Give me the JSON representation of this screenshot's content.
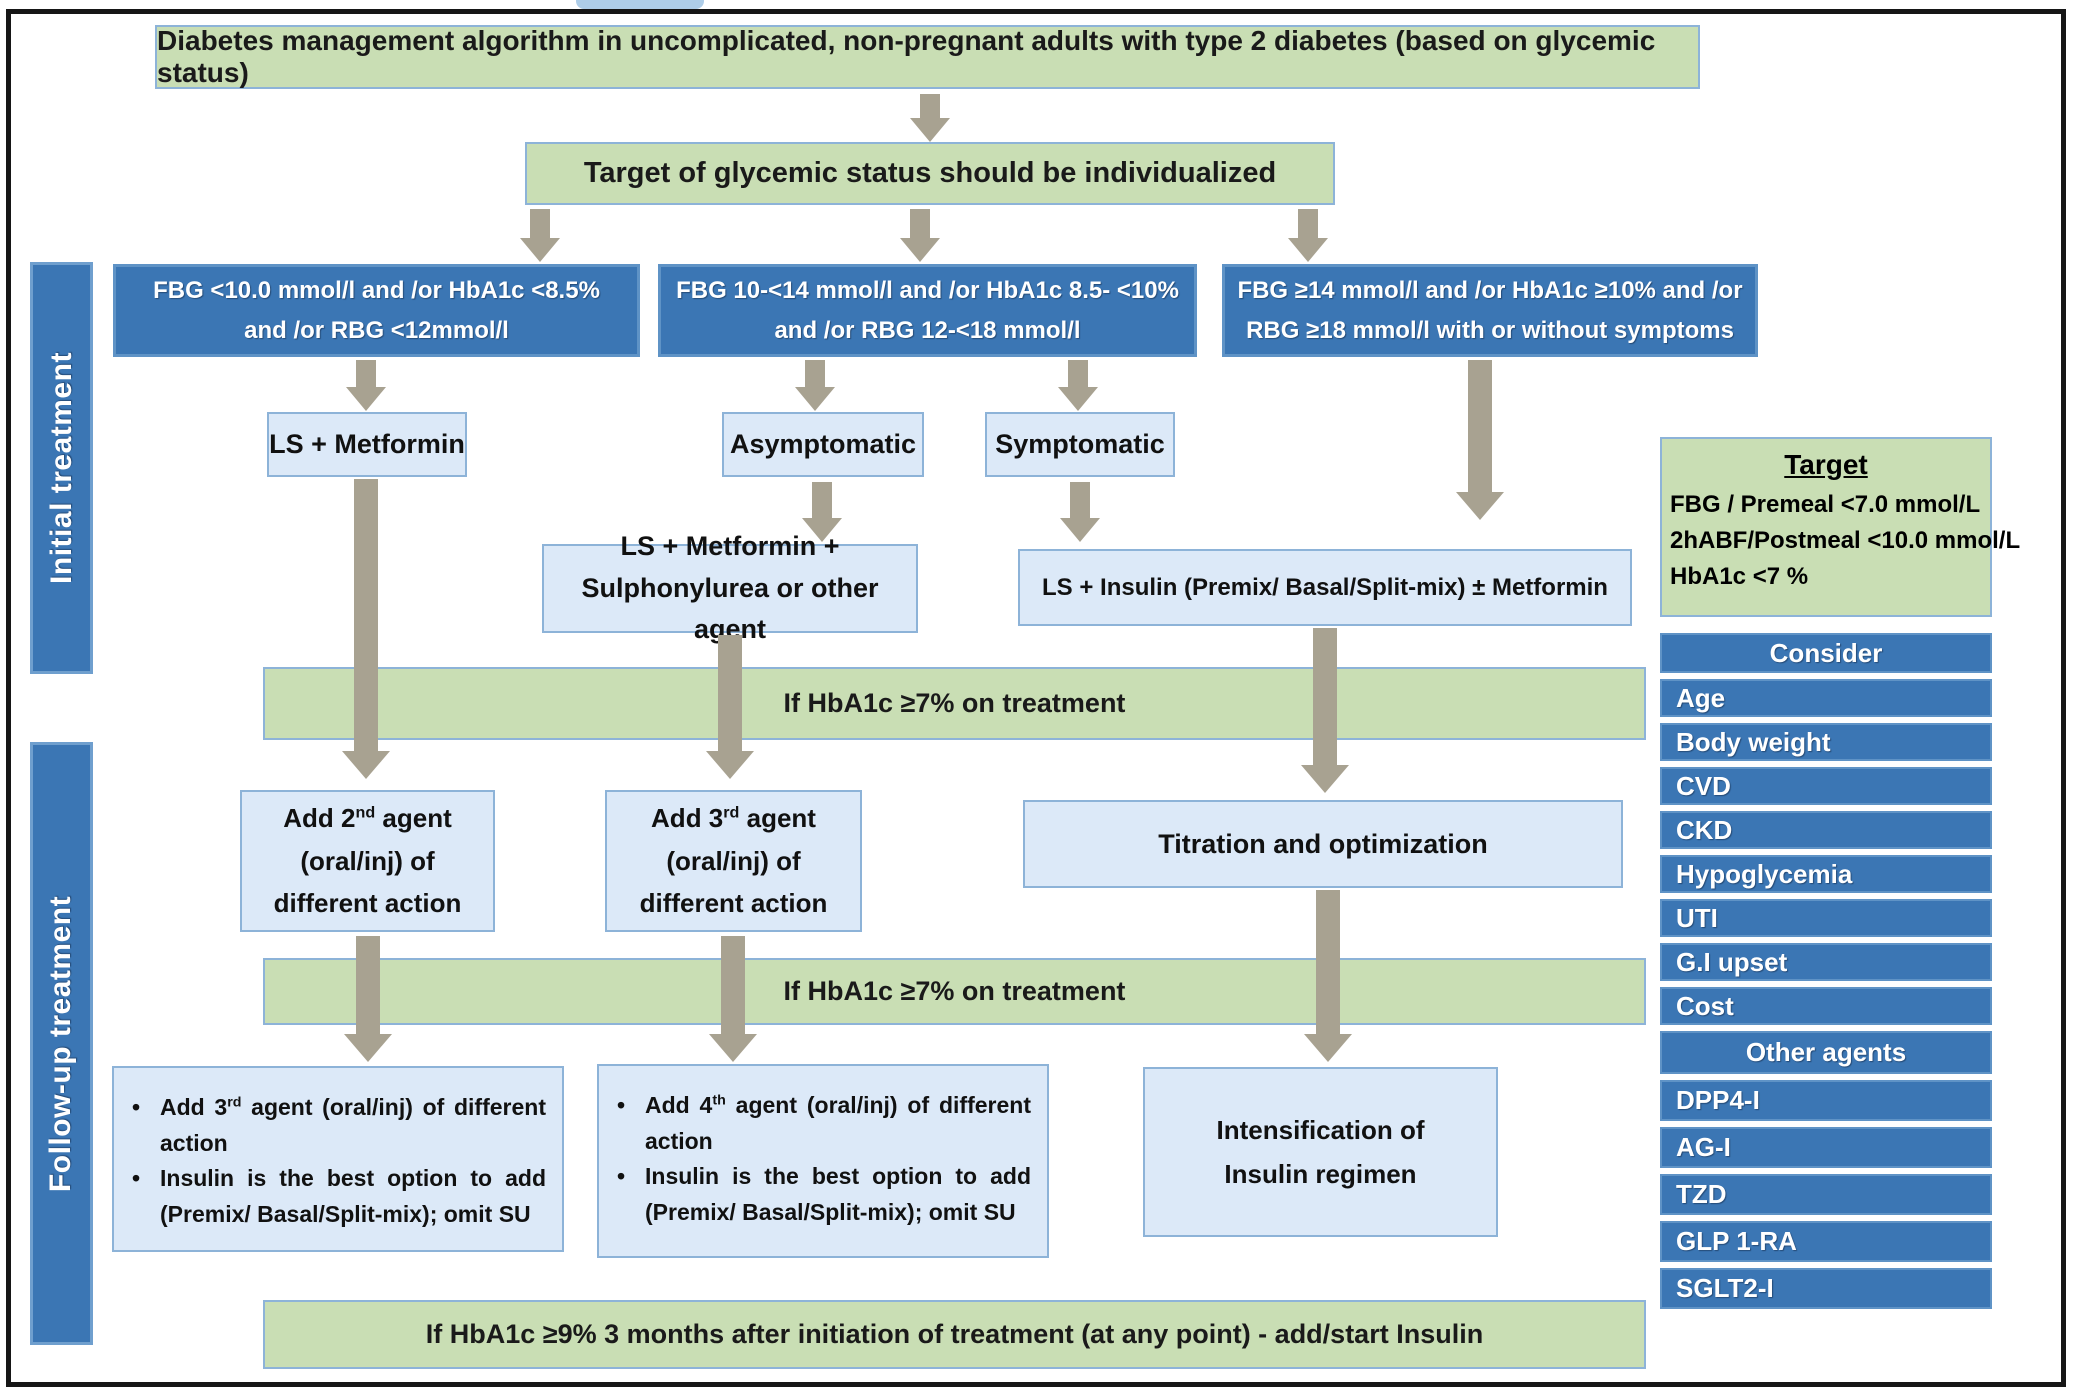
{
  "colors": {
    "dark_blue": "#3b76b4",
    "light_blue_fill": "#dce9f8",
    "green_fill": "#c9deb4",
    "arrow": "#a8a291",
    "border_blue": "#8db3d8"
  },
  "header": {
    "title": "Diabetes management algorithm in uncomplicated, non-pregnant adults with type 2 diabetes (based on glycemic status)",
    "subtitle": "Target of glycemic status should be individualized"
  },
  "sections": {
    "initial": "Initial treatment",
    "followup": "Follow-up treatment"
  },
  "levels": {
    "mild": {
      "lines": [
        "FBG <10.0 mmol/l and /or HbA1c <8.5%",
        "and /or RBG <12mmol/l"
      ]
    },
    "moderate": {
      "lines": [
        "FBG 10-<14 mmol/l and /or HbA1c  8.5- <10%",
        "and /or RBG 12-<18 mmol/l"
      ]
    },
    "severe": {
      "lines": [
        "FBG ≥14 mmol/l and /or HbA1c  ≥10% and /or",
        "RBG ≥18 mmol/l with or without symptoms"
      ]
    }
  },
  "initial_treatment": {
    "ls_metformin": "LS + Metformin",
    "asymptomatic": "Asymptomatic",
    "symptomatic": "Symptomatic",
    "metformin_su": {
      "lines": [
        "LS + Metformin +",
        "Sulphonylurea or other agent"
      ]
    },
    "insulin": "LS + Insulin (Premix/ Basal/Split-mix) ± Metformin"
  },
  "target_panel": {
    "heading": "Target",
    "lines": [
      "FBG / Premeal <7.0 mmol/L",
      "2hABF/Postmeal <10.0 mmol/L",
      "HbA1c <7 %"
    ]
  },
  "consider_panel": {
    "heading": "Consider",
    "items": [
      "Age",
      "Body weight",
      "CVD",
      "CKD",
      "Hypoglycemia",
      "UTI",
      "G.I upset",
      "Cost"
    ],
    "other_heading": "Other agents",
    "other_items": [
      "DPP4-I",
      "AG-I",
      "TZD",
      "GLP 1-RA",
      "SGLT2-I"
    ]
  },
  "banners": {
    "hba1c_7_first": "If HbA1c ≥7% on treatment",
    "hba1c_7_second": "If HbA1c ≥7% on treatment",
    "hba1c_9": "If HbA1c ≥9% 3 months after initiation of treatment (at any point) - add/start Insulin"
  },
  "followup_treatment": {
    "add_2nd": {
      "pre": "Add 2",
      "sup": "nd",
      "post": " agent (oral/inj) of different action"
    },
    "add_3rd": {
      "pre": "Add 3",
      "sup": "rd",
      "post": " agent (oral/inj) of different action"
    },
    "titration": "Titration and optimization",
    "box_3rd": {
      "item1": {
        "pre": "Add 3",
        "sup": "rd",
        "post": " agent (oral/inj) of different action"
      },
      "item2": {
        "pre": "Insulin is the best option to add (Premix/ Basal/Split-mix); omit SU",
        "sup": "",
        "post": ""
      }
    },
    "box_4th": {
      "item1": {
        "pre": "Add 4",
        "sup": "th",
        "post": " agent (oral/inj) of different action"
      },
      "item2": {
        "pre": "Insulin is the best option to add (Premix/ Basal/Split-mix); omit SU",
        "sup": "",
        "post": ""
      }
    },
    "intensification": {
      "lines": [
        "Intensification of",
        "Insulin regimen"
      ]
    }
  }
}
